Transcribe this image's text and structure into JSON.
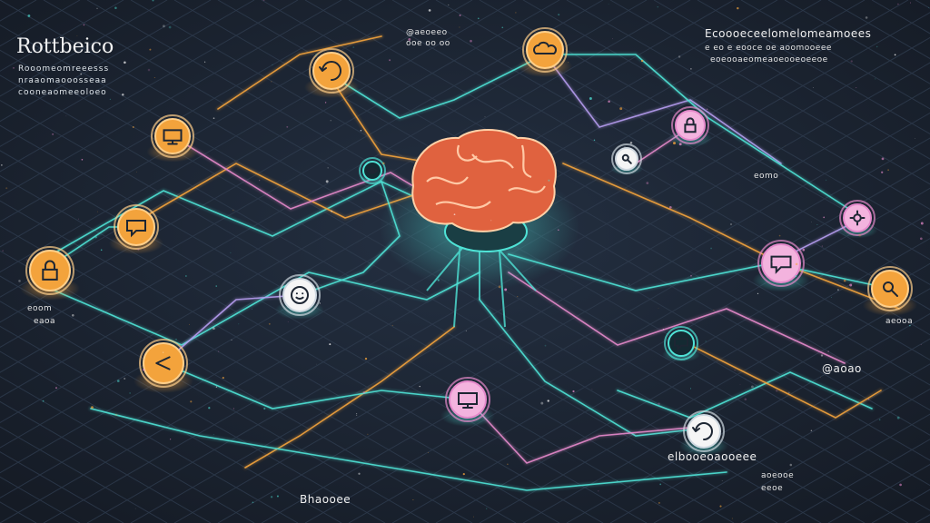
{
  "texts": {
    "title": "Rottbeico",
    "left_sub": [
      "Rooomeomreeesss",
      "nraaomaooosseaa",
      "cooneaomeeoloeo"
    ],
    "top_center": "@aeoeeo",
    "top_center2": "ooe oo oo",
    "top_right_title": "Ecoooeceelomelomeamoees",
    "top_right_lines": [
      "e eo e eooce oe aoomooeee",
      "eoeooaeomeaoeooeoeeoe"
    ],
    "right_a": "eomo",
    "right_b": "aeooa",
    "right_c": "@aoao",
    "left_a": "eoom",
    "left_b": "eaoa",
    "bottom_right": "elbooeoaooeee",
    "bottom_right2": "aoeooe",
    "bottom_right3": "eeoe",
    "bottom_center": "Bhaooee"
  },
  "colors": {
    "background": "#1c2330",
    "cyan": "#4fe3d6",
    "orange": "#f3a33c",
    "pink": "#e58acb",
    "purple": "#b69cf0",
    "brain": "#e0623f"
  },
  "nodes": [
    {
      "name": "orange-node",
      "icon": "refresh-icon"
    },
    {
      "name": "orange-node",
      "icon": "monitor-icon"
    },
    {
      "name": "orange-node",
      "icon": "chat-icon"
    },
    {
      "name": "orange-node",
      "icon": "lock-icon"
    },
    {
      "name": "orange-node",
      "icon": "share-icon"
    },
    {
      "name": "orange-node",
      "icon": "cloud-icon"
    },
    {
      "name": "orange-node",
      "icon": "search-icon"
    },
    {
      "name": "pink-node",
      "icon": "monitor-icon"
    },
    {
      "name": "pink-node",
      "icon": "lock-icon"
    },
    {
      "name": "pink-node",
      "icon": "chat-icon"
    },
    {
      "name": "pink-node",
      "icon": "gear-icon"
    },
    {
      "name": "white-node",
      "icon": "face-icon"
    },
    {
      "name": "white-node",
      "icon": "refresh-icon"
    },
    {
      "name": "white-node",
      "icon": "search-icon"
    },
    {
      "name": "cyan-node",
      "icon": "eye-icon"
    },
    {
      "name": "cyan-node",
      "icon": "chat-icon"
    }
  ]
}
